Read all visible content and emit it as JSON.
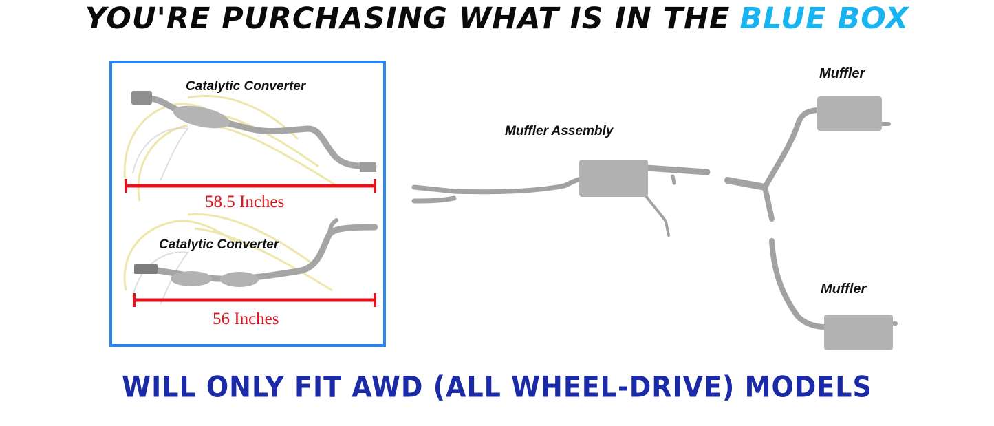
{
  "headline": {
    "prefix": "YOU'RE PURCHASING WHAT IS IN THE",
    "accent": "BLUE BOX",
    "accent_color": "#19b3f0"
  },
  "box": {
    "border_color": "#2a86ee",
    "upper_part": {
      "label": "Catalytic Converter",
      "length": "58.5 Inches"
    },
    "lower_part": {
      "label": "Catalytic Converter",
      "length": "56 Inches"
    },
    "watermark_icon": "horse-logo-icon"
  },
  "diagram": {
    "assembly_label": "Muffler Assembly",
    "muffler_upper_label": "Muffler",
    "muffler_lower_label": "Muffler"
  },
  "footer": {
    "text": "WILL ONLY FIT AWD (ALL WHEEL-DRIVE) MODELS",
    "color": "#1b2aa6"
  },
  "colors": {
    "measure_red": "#e0141c",
    "pipe_gray": "#9a9a9a"
  }
}
